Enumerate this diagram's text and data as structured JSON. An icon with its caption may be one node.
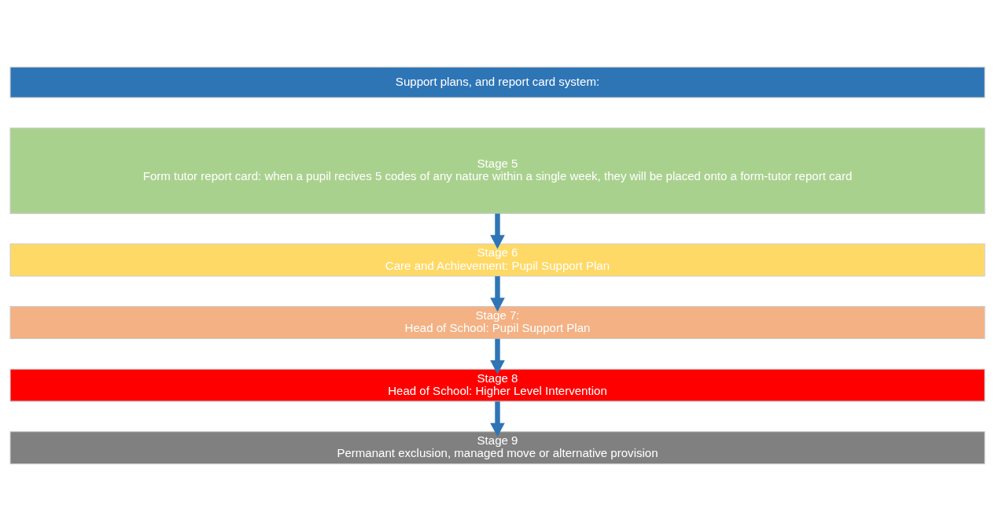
{
  "diagram": {
    "nodes": [
      {
        "text": [
          "Support plans, and report card system:"
        ]
      },
      {
        "text": [
          "Stage 5",
          "Form tutor report card: when a pupil recives 5 codes of any nature within a single week, they will be placed onto a form-tutor report card"
        ]
      },
      {
        "text": [
          "Stage 6",
          "Care and Achievement: Pupil Support Plan"
        ]
      },
      {
        "text": [
          "Stage 7:",
          "Head of School: Pupil Support Plan"
        ]
      },
      {
        "text": [
          "Stage 8",
          "Head of School: Higher Level Intervention"
        ]
      },
      {
        "text": [
          "Stage 9",
          "Permanant exclusion, managed move or alternative provision"
        ]
      }
    ],
    "edges": [
      {
        "from": 1,
        "to": 2,
        "arrow": "to"
      },
      {
        "from": 2,
        "to": 3,
        "arrow": "to"
      },
      {
        "from": 3,
        "to": 4,
        "arrow": "to"
      },
      {
        "from": 4,
        "to": 5,
        "arrow": "to"
      }
    ]
  }
}
